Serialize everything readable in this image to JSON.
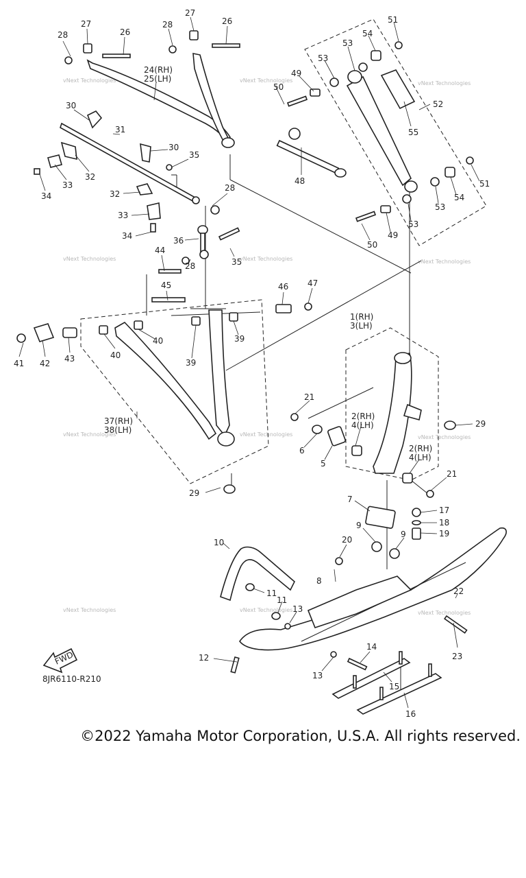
{
  "diagram_code": "8JR6110-R210",
  "copyright": "©2022 Yamaha Motor Corporation, U.S.A. All rights reserved.",
  "fwd_label": "FWD",
  "watermark": "vNext Technologies",
  "callouts": {
    "c1_3": "1(RH)\n3(LH)",
    "c2_4a": "2(RH)\n4(LH)",
    "c2_4b": "2(RH)\n4(LH)",
    "c24_25": "24(RH)\n25(LH)",
    "c37_38": "37(RH)\n38(LH)",
    "n5": "5",
    "n6": "6",
    "n7": "7",
    "n8": "8",
    "n9a": "9",
    "n9b": "9",
    "n10": "10",
    "n11a": "11",
    "n11b": "11",
    "n12": "12",
    "n13a": "13",
    "n13b": "13",
    "n14": "14",
    "n15": "15",
    "n16": "16",
    "n17": "17",
    "n18": "18",
    "n19": "19",
    "n20": "20",
    "n21a": "21",
    "n21b": "21",
    "n22": "22",
    "n23": "23",
    "n26a": "26",
    "n26b": "26",
    "n27a": "27",
    "n27b": "27",
    "n28a": "28",
    "n28b": "28",
    "n28c": "28",
    "n28d": "28",
    "n29a": "29",
    "n29b": "29",
    "n30a": "30",
    "n30b": "30",
    "n31": "31",
    "n32a": "32",
    "n32b": "32",
    "n33a": "33",
    "n33b": "33",
    "n34a": "34",
    "n34b": "34",
    "n35a": "35",
    "n35b": "35",
    "n36": "36",
    "n39a": "39",
    "n39b": "39",
    "n40a": "40",
    "n40b": "40",
    "n41": "41",
    "n42": "42",
    "n43": "43",
    "n44": "44",
    "n45": "45",
    "n46": "46",
    "n47": "47",
    "n48": "48",
    "n49a": "49",
    "n49b": "49",
    "n50a": "50",
    "n50b": "50",
    "n51a": "51",
    "n51b": "51",
    "n52": "52",
    "n53a": "53",
    "n53b": "53",
    "n53c": "53",
    "n53d": "53",
    "n54a": "54",
    "n54b": "54",
    "n55": "55"
  }
}
